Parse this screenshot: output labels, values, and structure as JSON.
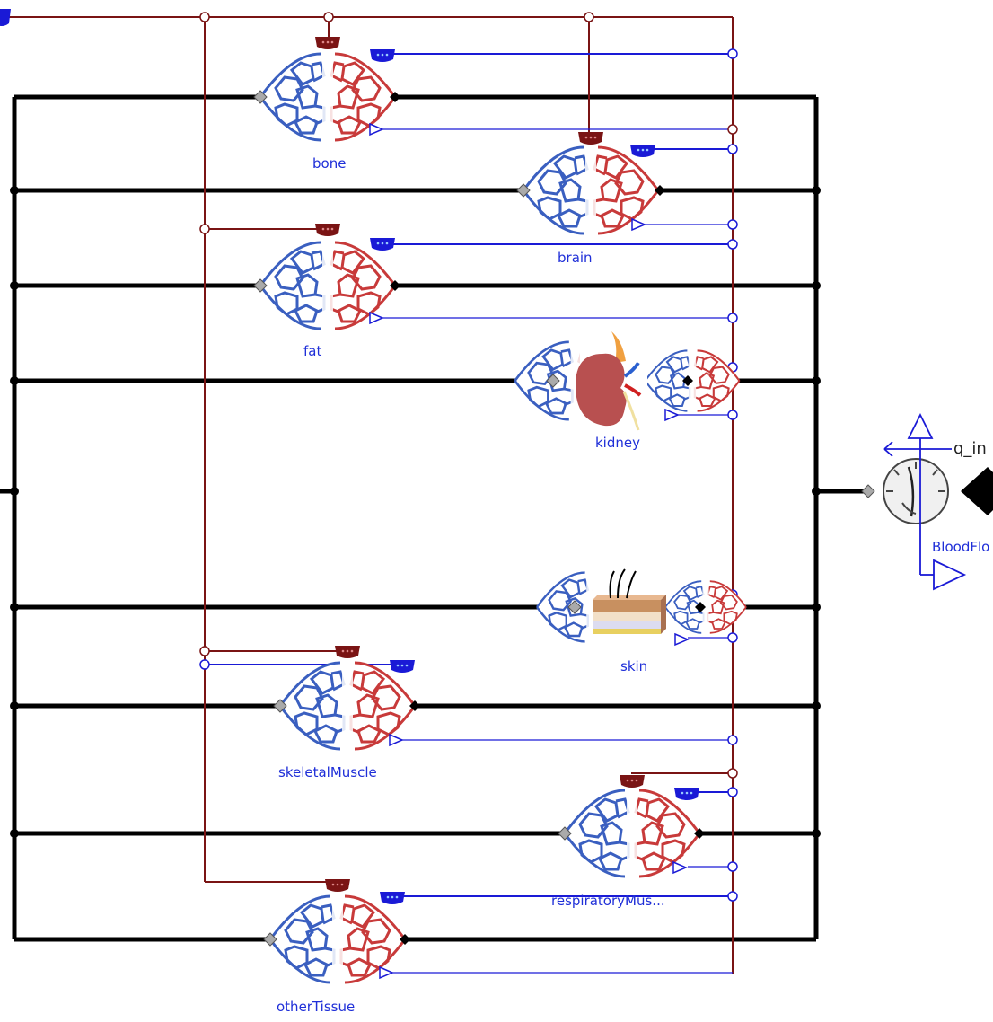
{
  "colors": {
    "wire": "#000000",
    "blood_signal": "#7a1414",
    "blue_signal": "#1a1ad6",
    "venous": "#3a5fc0",
    "arterial": "#c83a3a"
  },
  "components": [
    {
      "id": "bone",
      "label": "bone",
      "kind": "tissue"
    },
    {
      "id": "brain",
      "label": "brain",
      "kind": "tissue"
    },
    {
      "id": "fat",
      "label": "fat",
      "kind": "tissue"
    },
    {
      "id": "kidney",
      "label": "kidney",
      "kind": "kidney",
      "icon": "kidney-icon"
    },
    {
      "id": "skin",
      "label": "skin",
      "kind": "skin",
      "icon": "skin-layers-icon"
    },
    {
      "id": "skeletalMuscle",
      "label": "skeletalMuscle",
      "kind": "tissue"
    },
    {
      "id": "respiratoryMuscle",
      "label": "respiratoryMus...",
      "kind": "tissue"
    },
    {
      "id": "otherTissue",
      "label": "otherTissue",
      "kind": "tissue"
    }
  ],
  "flow_sensor": {
    "label": "BloodFlo",
    "output_label": "q_in",
    "icon": "gauge-icon"
  }
}
